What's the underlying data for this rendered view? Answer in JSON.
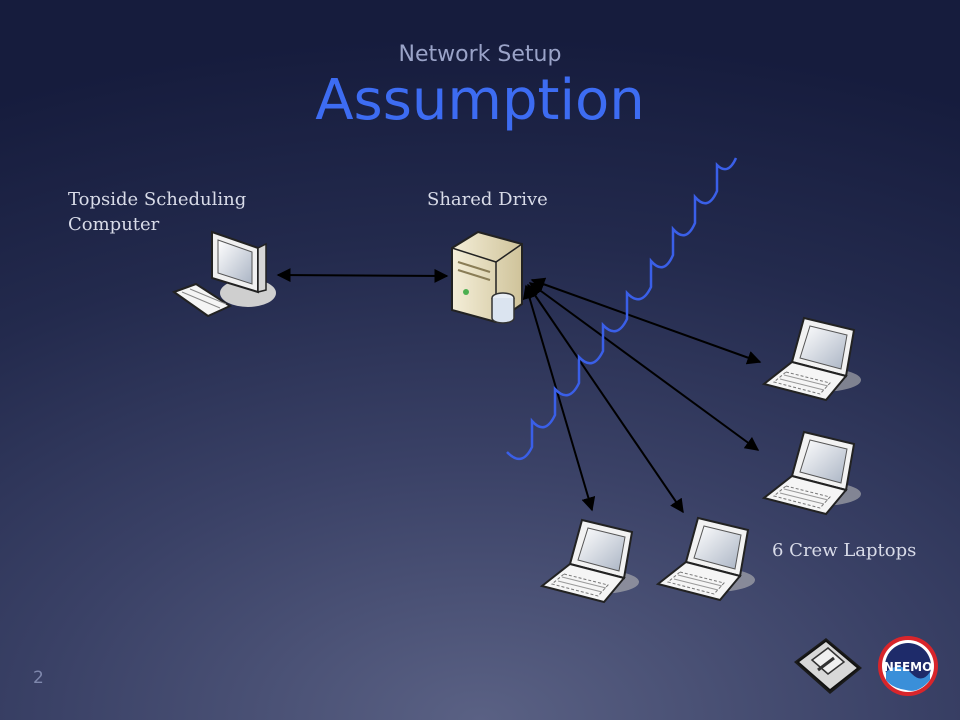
{
  "slide": {
    "subtitle": "Network Setup",
    "title": "Assumption",
    "page_number": "2"
  },
  "nodes": {
    "topside_label": "Topside Scheduling Computer",
    "shared_label": "Shared Drive",
    "crew_label": "6 Crew Laptops"
  },
  "colors": {
    "title": "#3d6cf2",
    "subtitle": "#9aa3c8",
    "labels": "#d8dbe8",
    "arrows": "#000000",
    "wireless_wave": "#3a5fe8"
  },
  "logos": [
    "aquarius-habitat-logo",
    "neemo-logo"
  ],
  "logo_text": "NEEMO"
}
